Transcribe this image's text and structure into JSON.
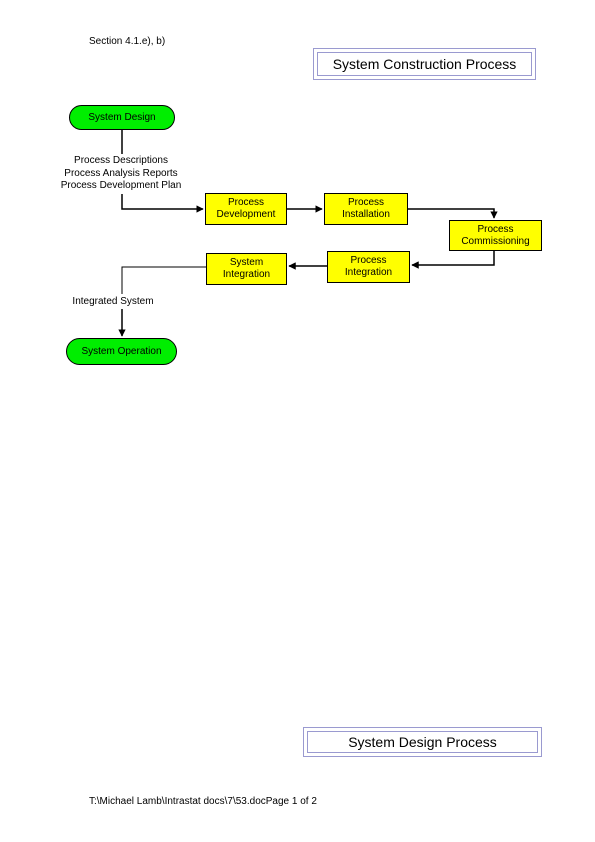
{
  "header": {
    "section_ref": "Section 4.1.e), b)",
    "title": "System Construction Process"
  },
  "flow": {
    "start": "System Design",
    "design_outputs": [
      "Process Descriptions",
      "Process Analysis Reports",
      "Process Development Plan"
    ],
    "steps": {
      "process_development": "Process Development",
      "process_installation": "Process Installation",
      "process_commissioning": "Process Commissioning",
      "process_integration": "Process Integration",
      "system_integration": "System Integration"
    },
    "integrated_output": "Integrated System",
    "end": "System Operation"
  },
  "footer": {
    "title": "System Design Process",
    "path": "T:\\Michael Lamb\\Intrastat docs\\7\\53.docPage 1 of 2"
  },
  "colors": {
    "terminal": "#00ee00",
    "process": "#ffff00",
    "frame": "#9a9ad0"
  }
}
